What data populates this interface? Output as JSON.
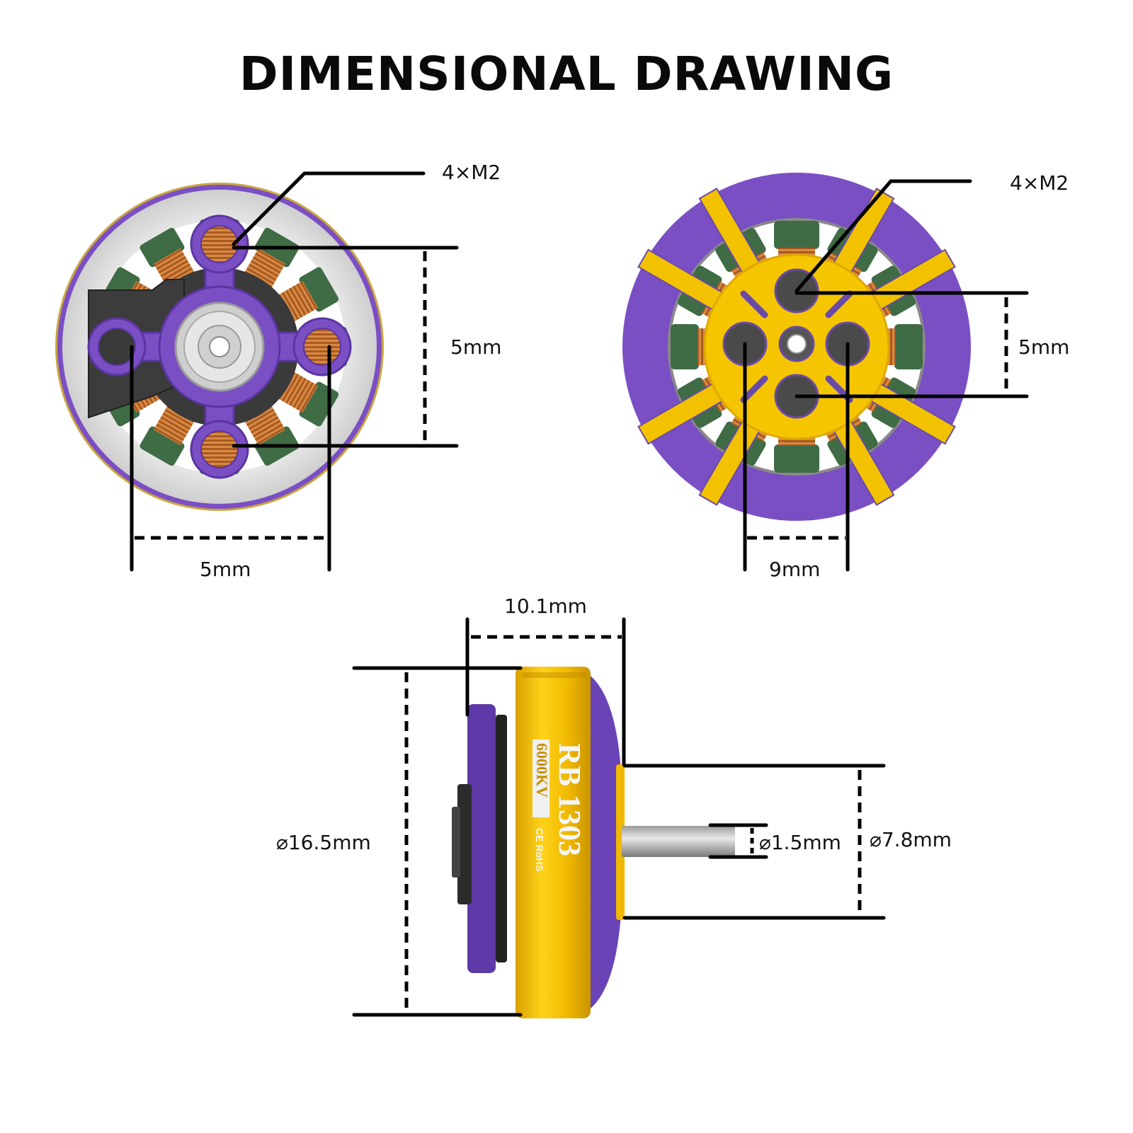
{
  "title": "DIMENSIONAL DRAWING",
  "colors": {
    "purple": "#7b4fc4",
    "purple_dark": "#5a35a0",
    "gold": "#f2c200",
    "gold_dark": "#d9a400",
    "copper": "#b8682a",
    "green": "#3f6b45",
    "silver": "#dcdcdc",
    "dark": "#3a3a3a",
    "line": "#000000"
  },
  "bottom_view": {
    "hole_label": "4×M2",
    "vertical_spacing": "5mm",
    "horizontal_spacing": "5mm"
  },
  "top_view": {
    "hole_label": "4×M2",
    "vertical_spacing": "5mm",
    "horizontal_spacing": "9mm"
  },
  "side_view": {
    "length": "10.1mm",
    "outer_diameter": "⌀16.5mm",
    "shaft_diameter": "⌀1.5mm",
    "bell_diameter": "⌀7.8mm",
    "model": "RB 1303",
    "kv": "6000KV",
    "cert_marks": "CE RoHS"
  }
}
